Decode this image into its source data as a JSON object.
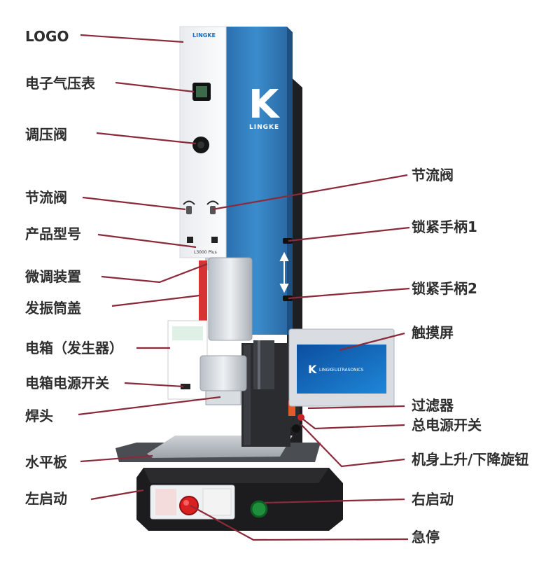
{
  "colors": {
    "leader": "#8b2a3a",
    "column_blue": "#2f7fc1",
    "panel_white": "#f4f6f8",
    "machine_black": "#1c1c1e",
    "label_text": "#2e2e2e"
  },
  "labels_left": [
    {
      "id": "logo",
      "text": "LOGO"
    },
    {
      "id": "gauge",
      "text": "电子气压表"
    },
    {
      "id": "regulator",
      "text": "调压阀"
    },
    {
      "id": "throttle-left",
      "text": "节流阀"
    },
    {
      "id": "model",
      "text": "产品型号"
    },
    {
      "id": "fine-tune",
      "text": "微调装置"
    },
    {
      "id": "horn-cover",
      "text": "发振筒盖"
    },
    {
      "id": "generator",
      "text": "电箱（发生器）"
    },
    {
      "id": "box-switch",
      "text": "电箱电源开关"
    },
    {
      "id": "weld-head",
      "text": "焊头"
    },
    {
      "id": "table",
      "text": "水平板"
    },
    {
      "id": "left-start",
      "text": "左启动"
    }
  ],
  "labels_right": [
    {
      "id": "throttle-right",
      "text": "节流阀"
    },
    {
      "id": "lock-handle-1",
      "text": "锁紧手柄1"
    },
    {
      "id": "lock-handle-2",
      "text": "锁紧手柄2"
    },
    {
      "id": "touchscreen",
      "text": "触摸屏"
    },
    {
      "id": "filter",
      "text": "过滤器"
    },
    {
      "id": "main-switch",
      "text": "总电源开关"
    },
    {
      "id": "lift-knob",
      "text": "机身上升/下降旋钮"
    },
    {
      "id": "right-start",
      "text": "右启动"
    },
    {
      "id": "e-stop",
      "text": "急停"
    }
  ],
  "machine_text": {
    "brand_small": "LINGKE",
    "brand_letter": "K",
    "brand_name": "LINGKE",
    "model_plate": "L3000 Plus",
    "screen_brand": "LINGKEULTRASONICS"
  }
}
